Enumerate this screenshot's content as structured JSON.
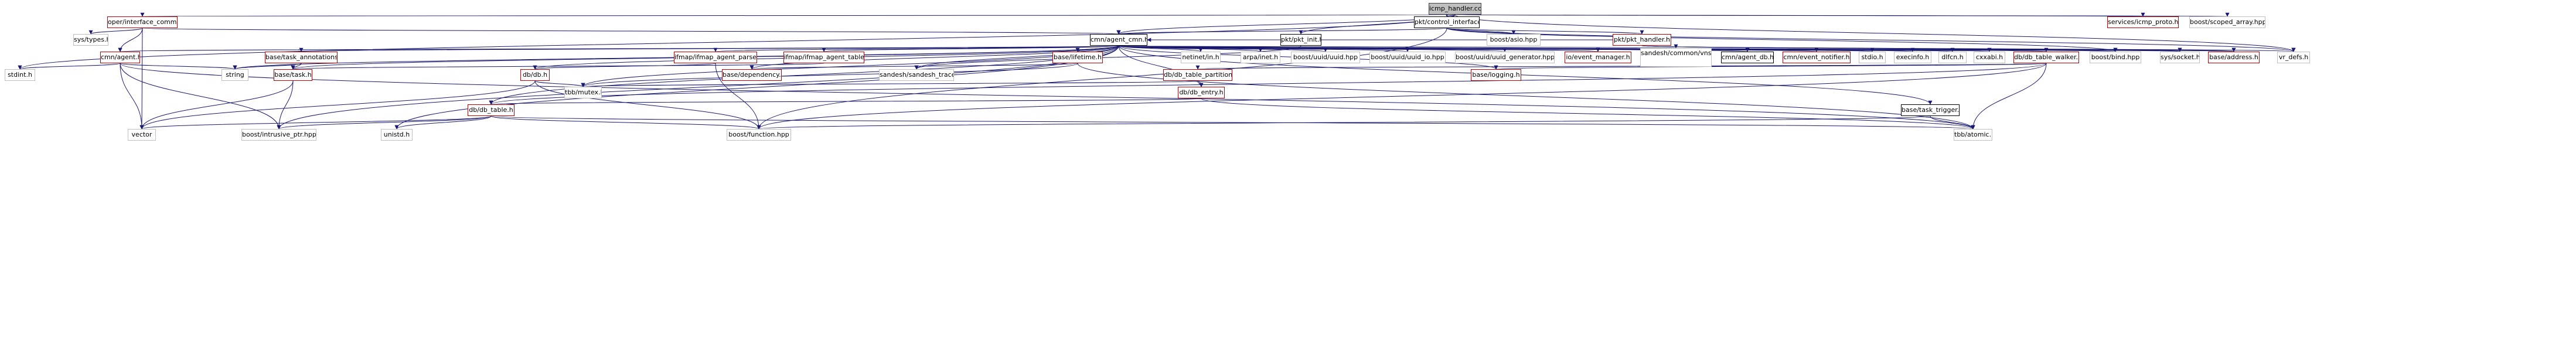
{
  "colors": {
    "edge": "#191970",
    "linked": "#c00000",
    "plain": "#bfbfbf",
    "root_fill": "#bfbfbf",
    "root_border": "#404040"
  },
  "nodes": {
    "n0": "icmp_handler.cc",
    "n1": "oper/interface_common.h",
    "n2": "pkt/control_interface.h",
    "n3": "pkt/pkt_init.h",
    "n4": "services/icmp_proto.h",
    "n5": "boost/scoped_array.hpp",
    "n6": "sys/types.h",
    "n7": "cmn/agent_cmn.h",
    "n8": "boost/asio.hpp",
    "n9": "pkt/pkt_handler.h",
    "n10": "cmn/agent.h",
    "n11": "base/task_annotations.h",
    "n12": "ifmap/ifmap_agent_parser.h",
    "n13": "ifmap/ifmap_agent_table.h",
    "n14": "base/lifetime.h",
    "n15": "netinet/in.h",
    "n16": "arpa/inet.h",
    "n17": "boost/uuid/uuid.hpp",
    "n18": "boost/uuid/uuid_io.hpp",
    "n19": "boost/uuid/uuid_generator.hpp",
    "n20": "io/event_manager.h",
    "n21": "sandesh/common/vns_constants.h",
    "n22": "cmn/agent_db.h",
    "n23": "cmn/event_notifier.h",
    "n24": "stdio.h",
    "n25": "execinfo.h",
    "n26": "dlfcn.h",
    "n27": "cxxabi.h",
    "n28": "db/db_table_walker.h",
    "n29": "boost/bind.hpp",
    "n30": "sys/socket.h",
    "n31": "base/address.h",
    "n32": "vr_defs.h",
    "n33": "stdint.h",
    "n34": "string",
    "n35": "base/task.h",
    "n36": "db/db.h",
    "n37": "base/dependency.h",
    "n38": "sandesh/sandesh_trace.h",
    "n39": "db/db_table_partition.h",
    "n40": "base/logging.h",
    "n41": "tbb/mutex.h",
    "n42": "db/db_entry.h",
    "n43": "db/db_table.h",
    "n44": "base/task_trigger.h",
    "n45": "vector",
    "n46": "boost/intrusive_ptr.hpp",
    "n47": "unistd.h",
    "n48": "boost/function.hpp",
    "n49": "tbb/atomic.h"
  }
}
